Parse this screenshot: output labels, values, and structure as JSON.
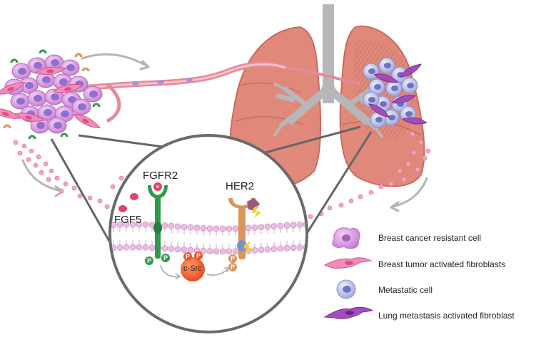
{
  "diagram": {
    "receptors": {
      "fgfr2": "FGFR2",
      "her2": "HER2",
      "fgf5": "FGF5",
      "csrc": "c-Src",
      "phospho": "P"
    },
    "legend": [
      {
        "label": "Breast cancer resistant cell",
        "icon": "cancer-cell-icon",
        "color": "#c77ad6"
      },
      {
        "label": "Breast tumor activated fibroblasts",
        "icon": "fibroblast-icon",
        "color": "#e8529a"
      },
      {
        "label": "Metastatic cell",
        "icon": "metastatic-cell-icon",
        "color": "#8c8fd8"
      },
      {
        "label": "Lung metastasis activated fibroblast",
        "icon": "lung-fibroblast-icon",
        "color": "#8e3fa3"
      }
    ],
    "colors": {
      "lung": "#e0897a",
      "lung_dark": "#c96a5d",
      "trachea": "#b7b7b9",
      "vessel": "#e9889a",
      "membrane": "#e7b3de",
      "fgfr2": "#2f9a4a",
      "her2": "#d9955c",
      "csrc": "#e8552b"
    }
  }
}
